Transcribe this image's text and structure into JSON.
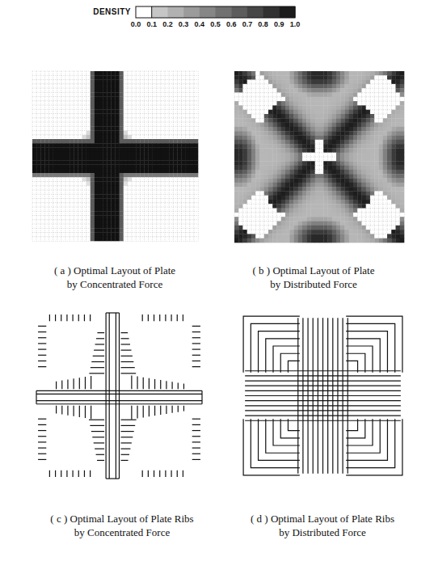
{
  "diagram": {
    "labels": [
      "DENSITY",
      "0.0",
      "0.1",
      "0.2",
      "0.3",
      "0.4",
      "0.5",
      "0.6",
      "0.7",
      "0.8",
      "0.9",
      "1.0",
      "( a ) Optimal Layout of Plate by Concentrated Force",
      "( b ) Optimal Layout of Plate by Distributed Force",
      "( c ) Optimal Layout of Plate Ribs by Concentrated Force",
      "( d ) Optimal Layout of Plate Ribs by Distributed Force"
    ]
  }
}
